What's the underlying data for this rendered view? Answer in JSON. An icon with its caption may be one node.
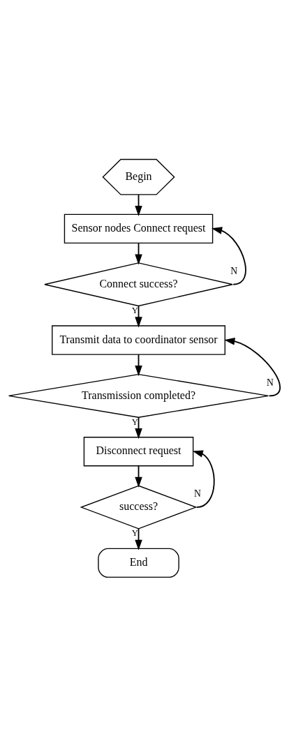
{
  "diagram": {
    "nodes": [
      {
        "text": [
          "Begin"
        ]
      },
      {
        "text": [
          "Sensor nodes Connect request"
        ]
      },
      {
        "text": [
          "Connect success?"
        ]
      },
      {
        "text": [
          "Transmit data to coordinator sensor"
        ]
      },
      {
        "text": [
          "Transmission completed?"
        ]
      },
      {
        "text": [
          "Disconnect request"
        ]
      },
      {
        "text": [
          "success?"
        ]
      },
      {
        "text": [
          "End"
        ]
      }
    ],
    "edges": [
      {
        "from": 0,
        "to": 1,
        "arrow": "to"
      },
      {
        "from": 1,
        "to": 2,
        "arrow": "to"
      },
      {
        "from": 2,
        "to": 1,
        "arrow": "to",
        "label": "N"
      },
      {
        "from": 2,
        "to": 3,
        "arrow": "to",
        "label": "Y"
      },
      {
        "from": 3,
        "to": 4,
        "arrow": "to"
      },
      {
        "from": 4,
        "to": 3,
        "arrow": "to",
        "label": "N"
      },
      {
        "from": 4,
        "to": 5,
        "arrow": "to",
        "label": "Y"
      },
      {
        "from": 5,
        "to": 6,
        "arrow": "to"
      },
      {
        "from": 6,
        "to": 5,
        "arrow": "to",
        "label": "N"
      },
      {
        "from": 6,
        "to": 7,
        "arrow": "to",
        "label": "Y"
      }
    ]
  }
}
